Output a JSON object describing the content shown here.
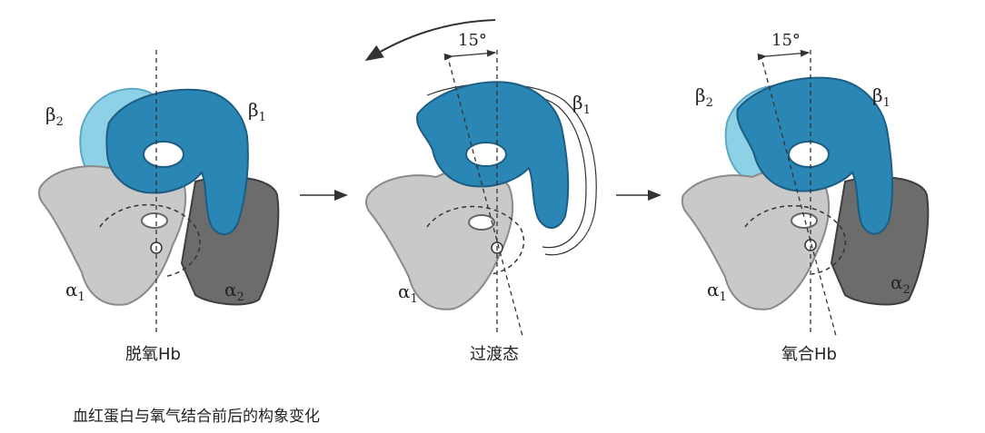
{
  "colors": {
    "beta_dark": "#2a86b4",
    "beta_dark_edge": "#1d5e82",
    "beta_light": "#8ed0e6",
    "beta_light_edge": "#5aa9c6",
    "alpha_light": "#c9c9c9",
    "alpha_light_edge": "#8a8a8a",
    "alpha_dark": "#6c6c6c",
    "alpha_dark_edge": "#3e3e3e",
    "guide_line": "#333333"
  },
  "panels": [
    {
      "state_label": "脱氧Hb",
      "labels": {
        "beta2": "β",
        "beta2_sub": "2",
        "beta1": "β",
        "beta1_sub": "1",
        "alpha1": "α",
        "alpha1_sub": "1",
        "alpha2": "α",
        "alpha2_sub": "2"
      }
    },
    {
      "state_label": "过渡态",
      "angle_label": "15°",
      "labels": {
        "beta1": "β",
        "beta1_sub": "1",
        "alpha1": "α",
        "alpha1_sub": "1"
      }
    },
    {
      "state_label": "氧合Hb",
      "angle_label": "15°",
      "labels": {
        "beta2": "β",
        "beta2_sub": "2",
        "beta1": "β",
        "beta1_sub": "1",
        "alpha1": "α",
        "alpha1_sub": "1",
        "alpha2": "α",
        "alpha2_sub": "2"
      }
    }
  ],
  "caption": "血红蛋白与氧气结合前后的构象变化"
}
